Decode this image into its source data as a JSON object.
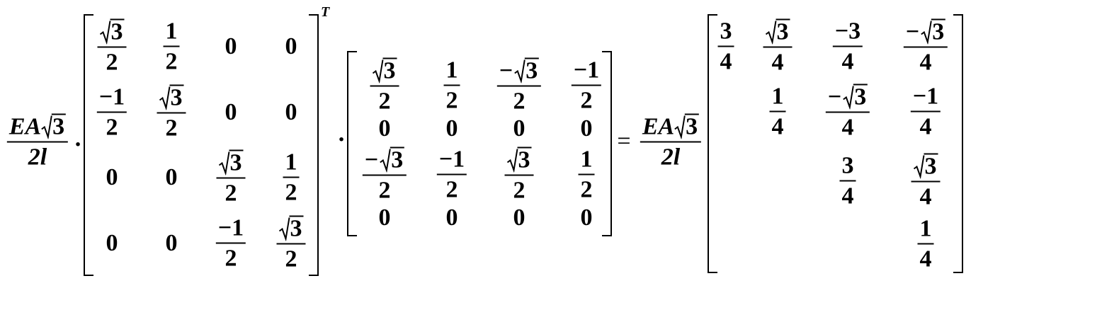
{
  "coefficient": {
    "num_prefix": "EA",
    "num_radicand": "3",
    "den": "2l"
  },
  "dot": "·",
  "equals": "=",
  "transpose": "T",
  "matrix_a": [
    [
      {
        "t": "frac",
        "neg": "",
        "num": "√3",
        "den": "2"
      },
      {
        "t": "frac",
        "neg": "",
        "num": "1",
        "den": "2"
      },
      {
        "t": "plain",
        "v": "0"
      },
      {
        "t": "plain",
        "v": "0"
      }
    ],
    [
      {
        "t": "frac",
        "neg": "",
        "num": "−1",
        "den": "2"
      },
      {
        "t": "frac",
        "neg": "",
        "num": "√3",
        "den": "2"
      },
      {
        "t": "plain",
        "v": "0"
      },
      {
        "t": "plain",
        "v": "0"
      }
    ],
    [
      {
        "t": "plain",
        "v": "0"
      },
      {
        "t": "plain",
        "v": "0"
      },
      {
        "t": "frac",
        "neg": "",
        "num": "√3",
        "den": "2"
      },
      {
        "t": "frac",
        "neg": "",
        "num": "1",
        "den": "2"
      }
    ],
    [
      {
        "t": "plain",
        "v": "0"
      },
      {
        "t": "plain",
        "v": "0"
      },
      {
        "t": "frac",
        "neg": "",
        "num": "−1",
        "den": "2"
      },
      {
        "t": "frac",
        "neg": "",
        "num": "√3",
        "den": "2"
      }
    ]
  ],
  "matrix_b": [
    [
      {
        "t": "frac",
        "neg": "",
        "num": "√3",
        "den": "2"
      },
      {
        "t": "frac",
        "neg": "",
        "num": "1",
        "den": "2"
      },
      {
        "t": "frac",
        "neg": "−",
        "num": "√3",
        "den": "2"
      },
      {
        "t": "frac",
        "neg": "",
        "num": "−1",
        "den": "2"
      }
    ],
    [
      {
        "t": "plain",
        "v": "0"
      },
      {
        "t": "plain",
        "v": "0"
      },
      {
        "t": "plain",
        "v": "0"
      },
      {
        "t": "plain",
        "v": "0"
      }
    ],
    [
      {
        "t": "frac",
        "neg": "−",
        "num": "√3",
        "den": "2"
      },
      {
        "t": "frac",
        "neg": "",
        "num": "−1",
        "den": "2"
      },
      {
        "t": "frac",
        "neg": "",
        "num": "√3",
        "den": "2"
      },
      {
        "t": "frac",
        "neg": "",
        "num": "1",
        "den": "2"
      }
    ],
    [
      {
        "t": "plain",
        "v": "0"
      },
      {
        "t": "plain",
        "v": "0"
      },
      {
        "t": "plain",
        "v": "0"
      },
      {
        "t": "plain",
        "v": "0"
      }
    ]
  ],
  "matrix_c": [
    [
      {
        "t": "frac",
        "neg": "",
        "num": "3",
        "den": "4"
      },
      {
        "t": "frac",
        "neg": "",
        "num": "√3",
        "den": "4"
      },
      {
        "t": "frac",
        "neg": "",
        "num": "−3",
        "den": "4"
      },
      {
        "t": "frac",
        "neg": "−",
        "num": "√3",
        "den": "4"
      }
    ],
    [
      null,
      {
        "t": "frac",
        "neg": "",
        "num": "1",
        "den": "4"
      },
      {
        "t": "frac",
        "neg": "−",
        "num": "√3",
        "den": "4"
      },
      {
        "t": "frac",
        "neg": "",
        "num": "−1",
        "den": "4"
      }
    ],
    [
      null,
      null,
      {
        "t": "frac",
        "neg": "",
        "num": "3",
        "den": "4"
      },
      {
        "t": "frac",
        "neg": "",
        "num": "√3",
        "den": "4"
      }
    ],
    [
      null,
      null,
      null,
      {
        "t": "frac",
        "neg": "",
        "num": "1",
        "den": "4"
      }
    ]
  ]
}
